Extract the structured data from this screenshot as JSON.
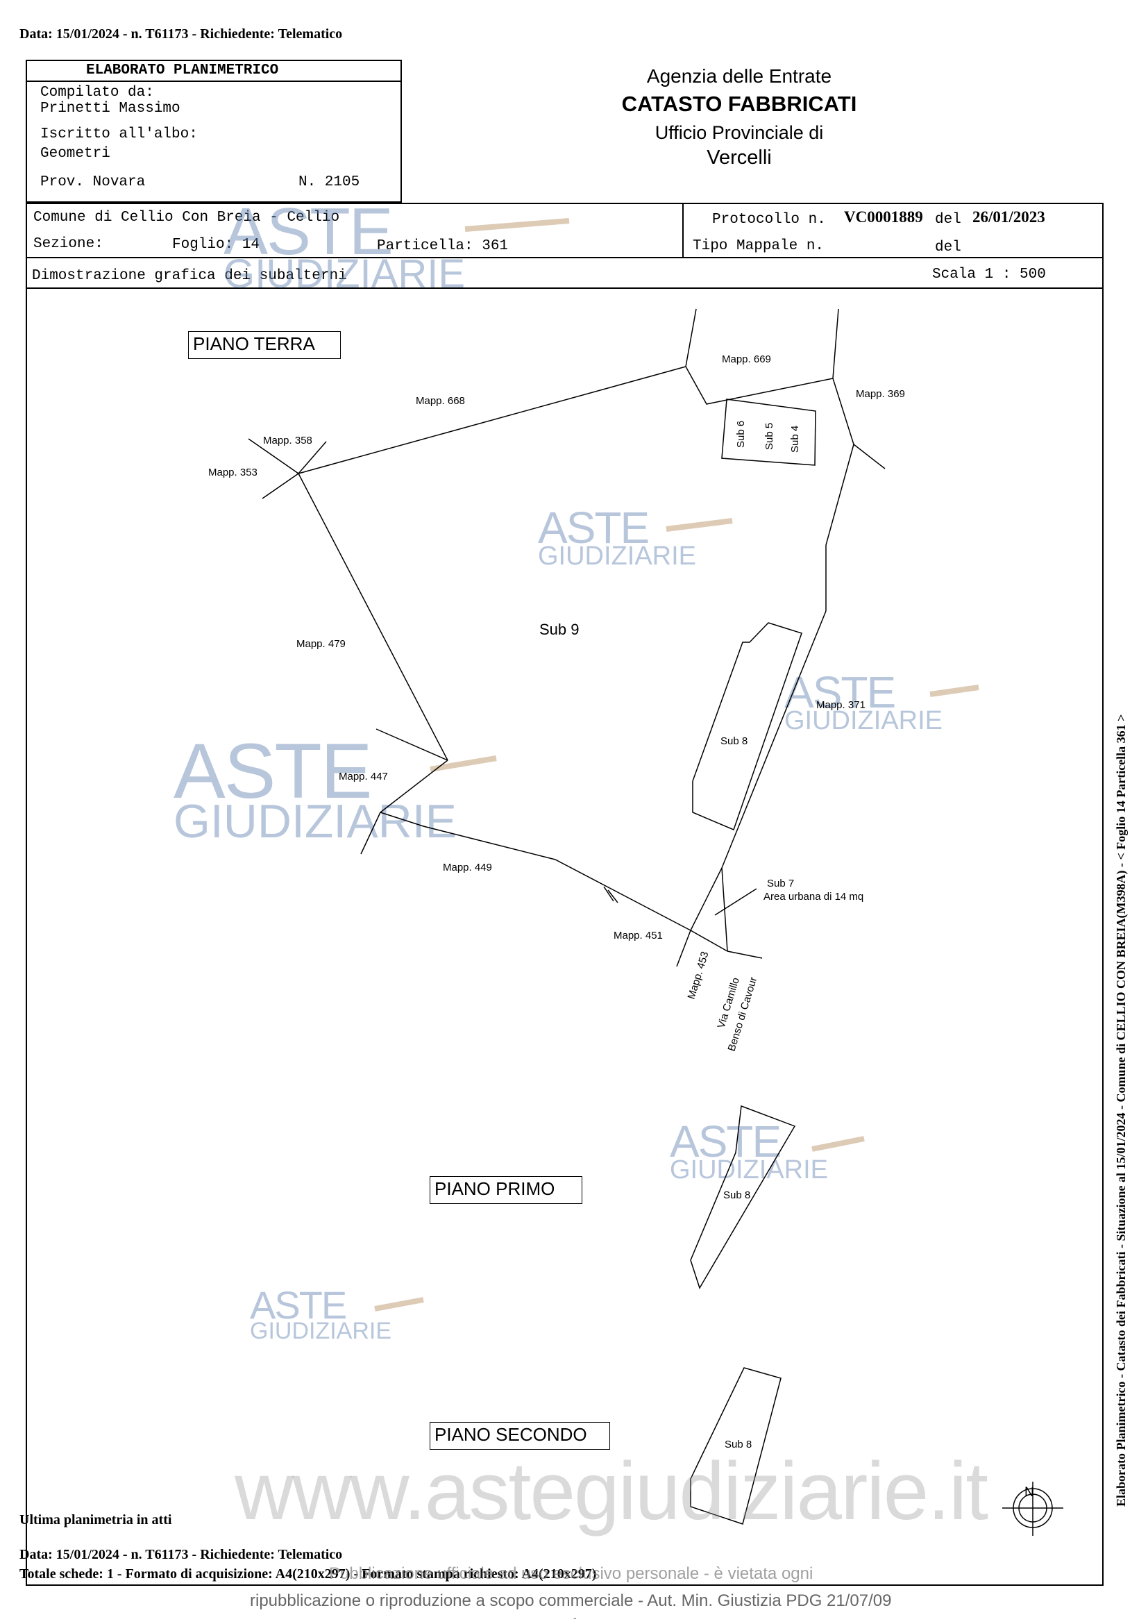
{
  "header": {
    "top_line": "Data: 15/01/2024 - n. T61173 - Richiedente: Telematico"
  },
  "form": {
    "title": "ELABORATO PLANIMETRICO",
    "compiled_by_label": "Compilato da:",
    "compiled_by_name": "Prinetti Massimo",
    "registered_label": "Iscritto all'albo:",
    "registered_value": "Geometri",
    "prov_label": "Prov. Novara",
    "number": "N. 2105"
  },
  "agency": {
    "line1": "Agenzia delle Entrate",
    "line2": "CATASTO FABBRICATI",
    "line3": "Ufficio Provinciale di",
    "line4": "Vercelli"
  },
  "info": {
    "comune": "Comune di Cellio Con Breia - Cellio",
    "sezione_label": "Sezione:",
    "foglio": "Foglio: 14",
    "particella": "Particella: 361",
    "protocollo_label": "Protocollo n.",
    "protocollo_value": "VC0001889",
    "del_label": "del",
    "protocollo_date": "26/01/2023",
    "tipo_mappale_label": "Tipo Mappale n.",
    "del_label2": "del",
    "dimostrazione": "Dimostrazione grafica dei subalterni",
    "scala": "Scala 1 : 500"
  },
  "floors": {
    "piano_terra": "PIANO TERRA",
    "piano_primo": "PIANO PRIMO",
    "piano_secondo": "PIANO SECONDO"
  },
  "map_labels": {
    "mapp_669": "Mapp. 669",
    "mapp_369": "Mapp. 369",
    "mapp_668": "Mapp. 668",
    "mapp_358": "Mapp. 358",
    "mapp_353": "Mapp. 353",
    "sub6": "Sub 6",
    "sub5": "Sub 5",
    "sub4": "Sub 4",
    "sub9": "Sub 9",
    "mapp_479": "Mapp. 479",
    "mapp_371": "Mapp. 371",
    "sub8": "Sub 8",
    "mapp_447": "Mapp. 447",
    "mapp_449": "Mapp. 449",
    "sub7": "Sub 7",
    "area_urbana": "Area urbana di 14 mq",
    "mapp_451": "Mapp. 451",
    "mapp_453": "Mapp. 453",
    "via_1": "Via Camillo",
    "via_2": "Benso di Cavour",
    "sub8_primo": "Sub 8",
    "sub8_secondo": "Sub 8",
    "north": "N"
  },
  "watermark": {
    "aste": "ASTE",
    "giudiziarie": "GIUDIZIARIE",
    "url": "www.astegiudiziarie.it"
  },
  "footer": {
    "ultima": "Ultima planimetria in atti",
    "data_line": "Data: 15/01/2024 - n. T61173 - Richiedente: Telematico",
    "totale": "Totale schede: 1 - Formato di acquisizione: A4(210x297) - Formato stampa richiesto: A4(210x297)",
    "overlay_text": "Pubblicazione ufficiale ad uso esclusivo personale - è vietata ogni",
    "line2": "ripubblicazione o riproduzione a scopo commerciale - Aut. Min. Giustizia PDG 21/07/09",
    "dash": "-"
  },
  "side_text": "Elaborato Planimetrico - Catasto dei Fabbricati - Situazione al 15/01/2024 - Comune di CELLIO CON BREIA(M398A) - < Foglio 14 Particella 361 >"
}
